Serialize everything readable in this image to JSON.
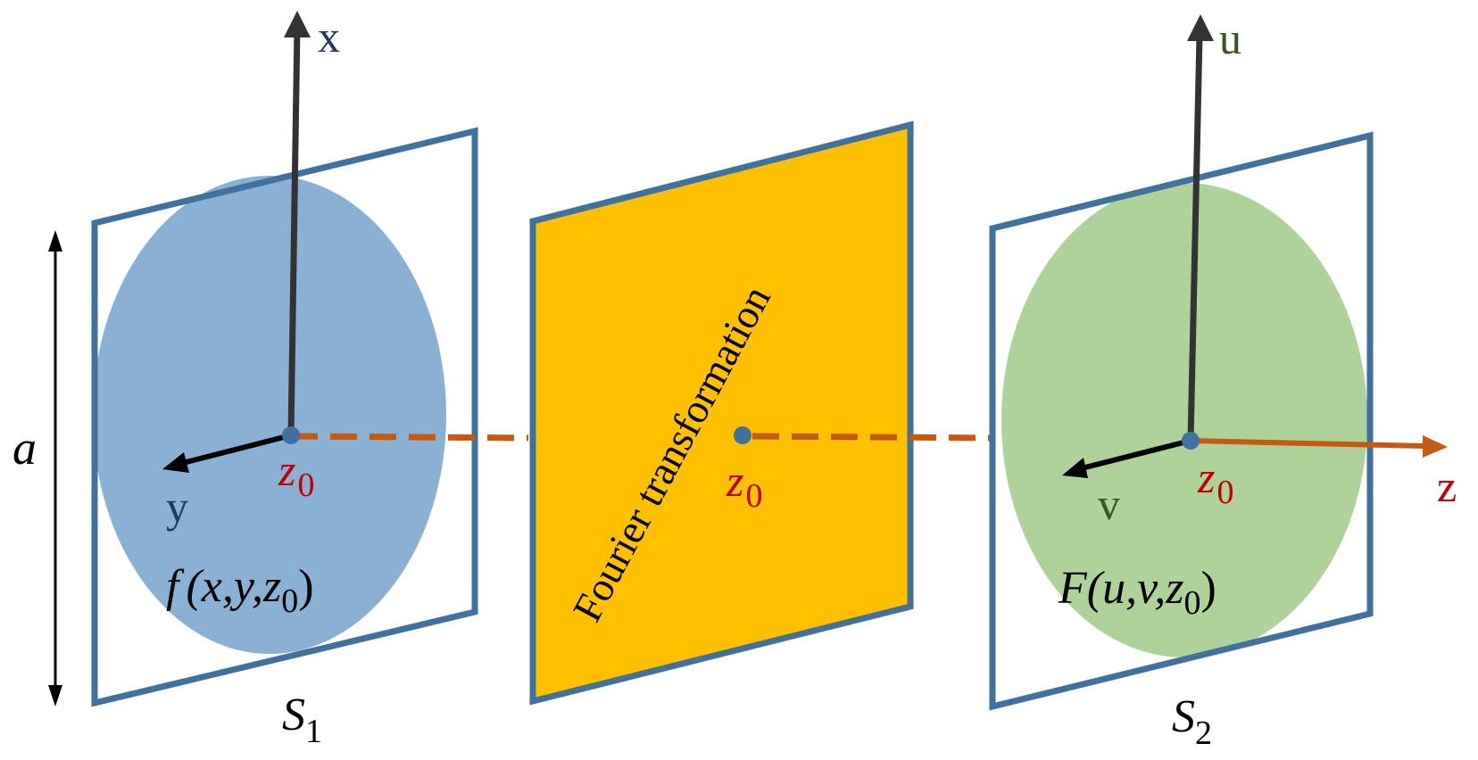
{
  "colors": {
    "frame": "#41719C",
    "blue_disk": "#8AB0D4",
    "green_disk": "#AED29A",
    "yellow_plane": "#FFC000",
    "axis_dark": "#333333",
    "z_axis": "#C55A11",
    "z_label": "#C00000",
    "x_label": "#1F3864",
    "u_label": "#375623"
  },
  "left_plane": {
    "axis_x_label": "x",
    "axis_y_label": "y",
    "origin_main": "z",
    "origin_sub": "0",
    "func_prefix": "f",
    "func_args": "(x,y,z",
    "func_sub": "0",
    "func_close": ")",
    "plane_name": "S",
    "plane_sub": "1"
  },
  "middle_plane": {
    "label": "Fourier transformation",
    "origin_main": "z",
    "origin_sub": "0"
  },
  "right_plane": {
    "axis_u_label": "u",
    "axis_v_label": "v",
    "axis_z_label": "z",
    "origin_main": "z",
    "origin_sub": "0",
    "func_prefix": "F",
    "func_args": "(u,v,z",
    "func_sub": "0",
    "func_close": ")",
    "plane_name": "S",
    "plane_sub": "2"
  },
  "dimension": {
    "label": "a"
  }
}
